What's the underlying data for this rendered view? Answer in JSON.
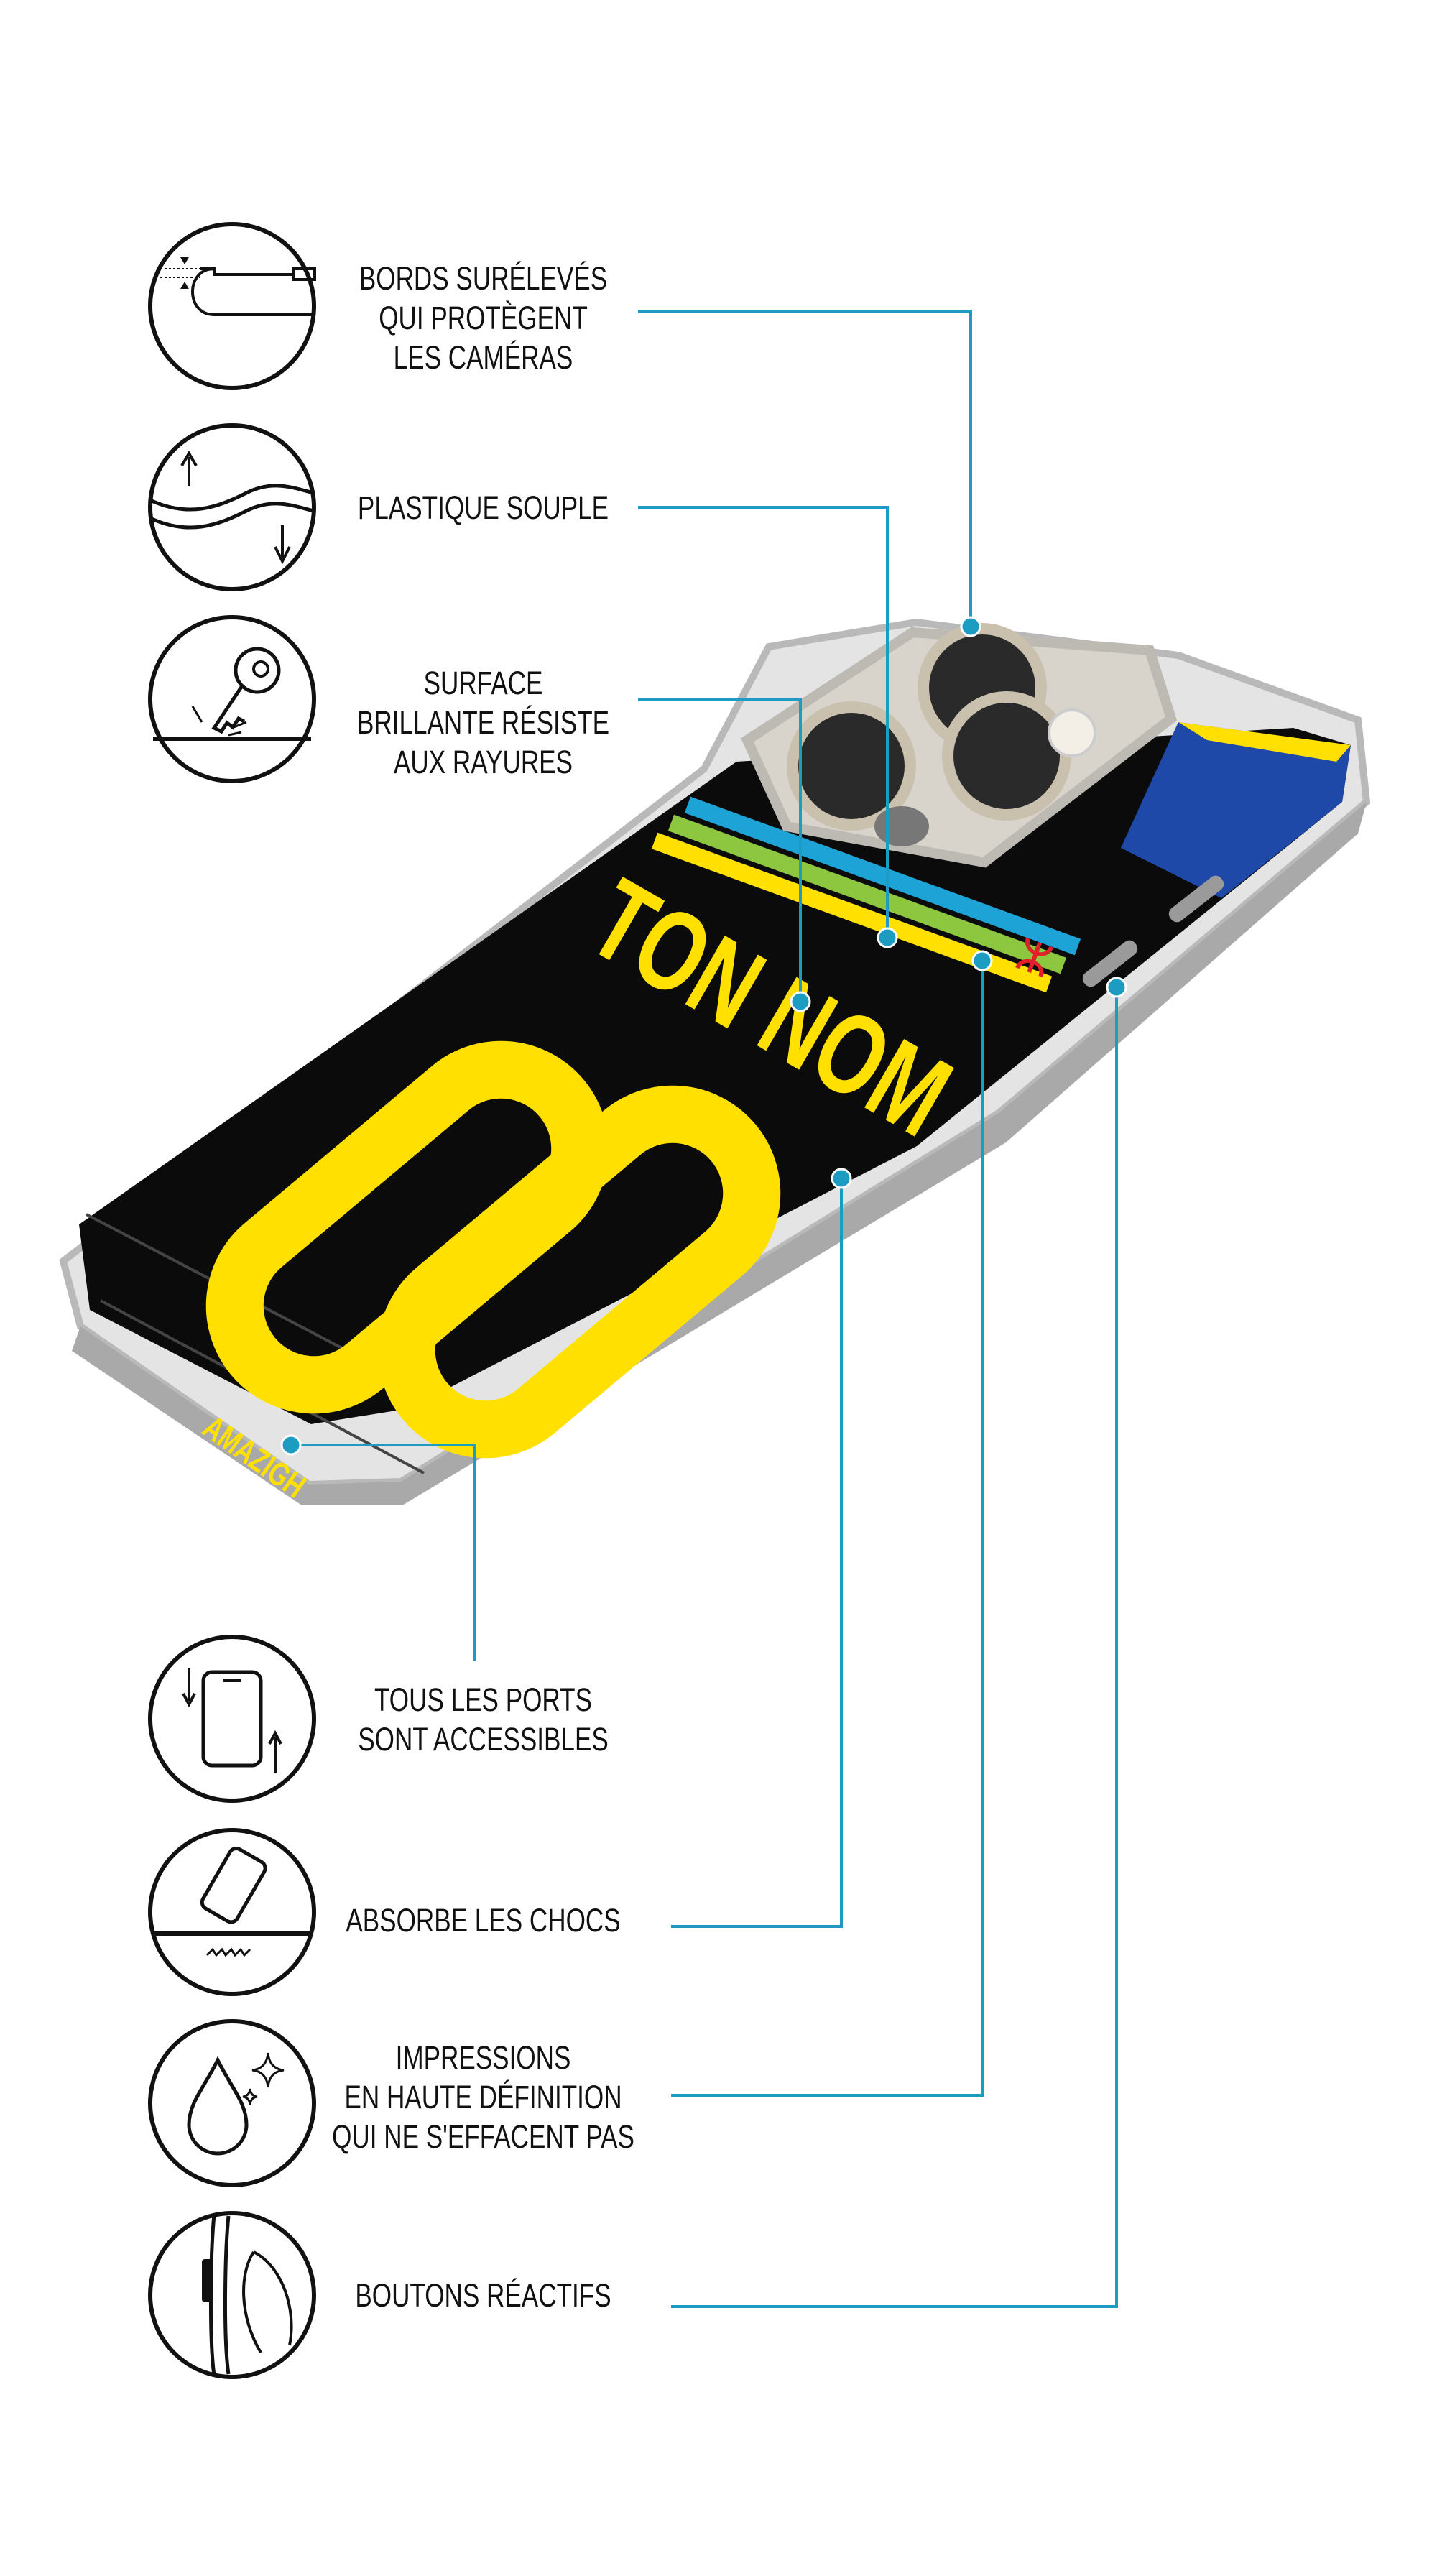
{
  "colors": {
    "leader": "#1b9cc0",
    "print_black": "#0b0b0b",
    "yellow": "#ffe000",
    "blue": "#1da3d6",
    "green": "#8dc63f",
    "flag_blue": "#1f49a8",
    "flag_red": "#e0202a"
  },
  "features_top": [
    {
      "icon": "raised-edges-icon",
      "lines": [
        "BORDS SURÉLEVÉS",
        "QUI PROTÈGENT",
        "LES CAMÉRAS"
      ]
    },
    {
      "icon": "flexible-plastic-icon",
      "lines": [
        "PLASTIQUE SOUPLE"
      ]
    },
    {
      "icon": "scratch-resistant-key-icon",
      "lines": [
        "SURFACE",
        "BRILLANTE RÉSISTE",
        "AUX RAYURES"
      ]
    }
  ],
  "features_bottom": [
    {
      "icon": "phone-rotate-ports-icon",
      "lines": [
        "TOUS LES PORTS",
        "SONT ACCESSIBLES"
      ]
    },
    {
      "icon": "shock-absorb-phone-icon",
      "lines": [
        "ABSORBE LES CHOCS"
      ]
    },
    {
      "icon": "ink-drop-sparkle-icon",
      "lines": [
        "IMPRESSIONS",
        "EN HAUTE DÉFINITION",
        "QUI NE S'EFFACENT PAS"
      ]
    },
    {
      "icon": "side-buttons-icon",
      "lines": [
        "BOUTONS RÉACTIFS"
      ]
    }
  ],
  "phone": {
    "name_text": "TON NOM",
    "number_text": "00",
    "brand_text": "AMAZIGH"
  }
}
